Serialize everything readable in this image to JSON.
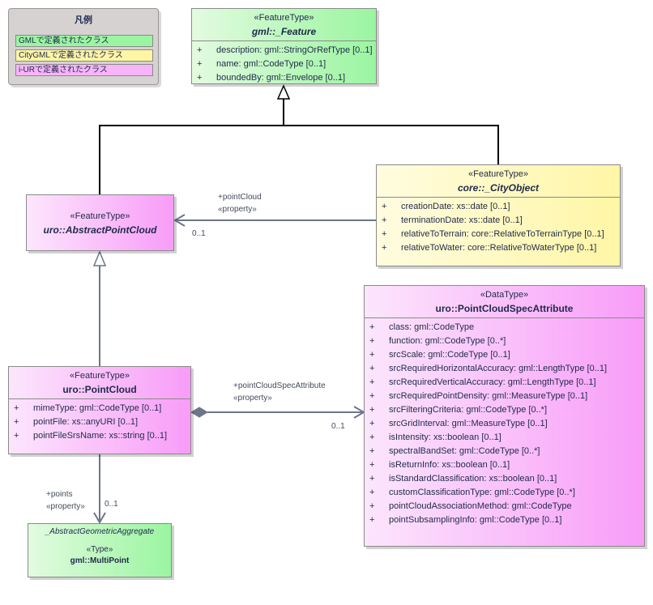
{
  "legend": {
    "title": "凡例",
    "items": [
      {
        "label": "GMLで定義されたクラス",
        "color": "#9af5a0"
      },
      {
        "label": "CityGMLで定義されたクラス",
        "color": "#fff6a5"
      },
      {
        "label": "i-URで定義されたクラス",
        "color": "#f8b4f8"
      }
    ]
  },
  "classes": {
    "feature": {
      "stereotype": "«FeatureType»",
      "name": "gml::_Feature",
      "attributes": [
        {
          "vis": "+",
          "text": "description: gml::StringOrRefType [0..1]"
        },
        {
          "vis": "+",
          "text": "name: gml::CodeType [0..1]"
        },
        {
          "vis": "+",
          "text": "boundedBy: gml::Envelope [0..1]"
        }
      ]
    },
    "city_object": {
      "stereotype": "«FeatureType»",
      "name": "core::_CityObject",
      "attributes": [
        {
          "vis": "+",
          "text": "creationDate: xs::date [0..1]"
        },
        {
          "vis": "+",
          "text": "terminationDate: xs::date [0..1]"
        },
        {
          "vis": "+",
          "text": "relativeToTerrain: core::RelativeToTerrainType [0..1]"
        },
        {
          "vis": "+",
          "text": "relativeToWater: core::RelativeToWaterType [0..1]"
        }
      ]
    },
    "abstract_point_cloud": {
      "stereotype": "«FeatureType»",
      "name": "uro::AbstractPointCloud"
    },
    "point_cloud": {
      "stereotype": "«FeatureType»",
      "name": "uro::PointCloud",
      "attributes": [
        {
          "vis": "+",
          "text": "mimeType: gml::CodeType [0..1]"
        },
        {
          "vis": "+",
          "text": "pointFile: xs::anyURI [0..1]"
        },
        {
          "vis": "+",
          "text": "pointFileSrsName: xs::string [0..1]"
        }
      ]
    },
    "spec_attribute": {
      "stereotype": "«DataType»",
      "name": "uro::PointCloudSpecAttribute",
      "attributes": [
        {
          "vis": "+",
          "text": "class: gml::CodeType"
        },
        {
          "vis": "+",
          "text": "function: gml::CodeType [0..*]"
        },
        {
          "vis": "+",
          "text": "srcScale: gml::CodeType [0..1]"
        },
        {
          "vis": "+",
          "text": "srcRequiredHorizontalAccuracy: gml::LengthType [0..1]"
        },
        {
          "vis": "+",
          "text": "srcRequiredVerticalAccuracy: gml::LengthType [0..1]"
        },
        {
          "vis": "+",
          "text": "srcRequiredPointDensity: gml::MeasureType [0..1]"
        },
        {
          "vis": "+",
          "text": "srcFilteringCriteria: gml::CodeType [0..*]"
        },
        {
          "vis": "+",
          "text": "srcGridInterval: gml::MeasureType [0..1]"
        },
        {
          "vis": "+",
          "text": "isIntensity: xs::boolean [0..1]"
        },
        {
          "vis": "+",
          "text": "spectralBandSet: gml::CodeType [0..*]"
        },
        {
          "vis": "+",
          "text": "isReturnInfo: xs::boolean [0..1]"
        },
        {
          "vis": "+",
          "text": "isStandardClassification: xs::boolean [0..1]"
        },
        {
          "vis": "+",
          "text": "customClassificationType: gml::CodeType [0..*]"
        },
        {
          "vis": "+",
          "text": "pointCloudAssociationMethod: gml::CodeType"
        },
        {
          "vis": "+",
          "text": "pointSubsamplingInfo: gml::CodeType [0..1]"
        }
      ]
    },
    "multipoint": {
      "parent": "_AbstractGeometricAggregate",
      "stereotype": "«Type»",
      "name": "gml::MultiPoint"
    }
  },
  "associations": {
    "point_cloud_ref": {
      "role": "+pointCloud",
      "stereotype": "«property»",
      "multiplicity": "0..1"
    },
    "spec_attribute_ref": {
      "role": "+pointCloudSpecAttribute",
      "stereotype": "«property»",
      "multiplicity": "0..1"
    },
    "points_ref": {
      "role": "+points",
      "stereotype": "«property»",
      "multiplicity": "0..1"
    }
  }
}
